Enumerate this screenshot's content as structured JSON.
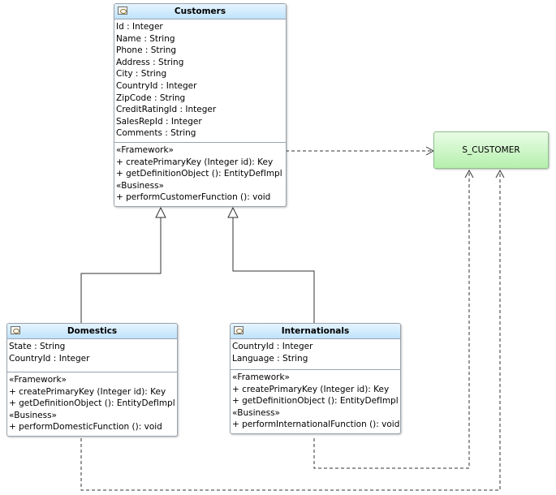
{
  "customers": {
    "name": "Customers",
    "attributes": [
      "Id : Integer",
      "Name : String",
      "Phone : String",
      "Address : String",
      "City : String",
      "CountryId : Integer",
      "ZipCode : String",
      "CreditRatingId : Integer",
      "SalesRepId : Integer",
      "Comments : String"
    ],
    "operations": [
      "«Framework»",
      "+ createPrimaryKey (Integer id): Key",
      "+ getDefinitionObject (): EntityDefImpl",
      "«Business»",
      "+ performCustomerFunction (): void"
    ]
  },
  "domestics": {
    "name": "Domestics",
    "attributes": [
      "State : String",
      "CountryId : Integer"
    ],
    "operations": [
      "«Framework»",
      "+ createPrimaryKey (Integer id): Key",
      "+ getDefinitionObject (): EntityDefImpl",
      "«Business»",
      "+ performDomesticFunction (): void"
    ]
  },
  "internationals": {
    "name": "Internationals",
    "attributes": [
      "CountryId : Integer",
      "Language : String"
    ],
    "operations": [
      "«Framework»",
      "+ createPrimaryKey (Integer id): Key",
      "+ getDefinitionObject (): EntityDefImpl",
      "«Business»",
      "+ performInternationalFunction (): void"
    ]
  },
  "table": {
    "name": "S_CUSTOMER"
  },
  "colors": {
    "class_header": "#bfe3fb",
    "class_border": "#9aa3ad",
    "table_fill": "#b5f0ad",
    "connector": "#333333"
  }
}
